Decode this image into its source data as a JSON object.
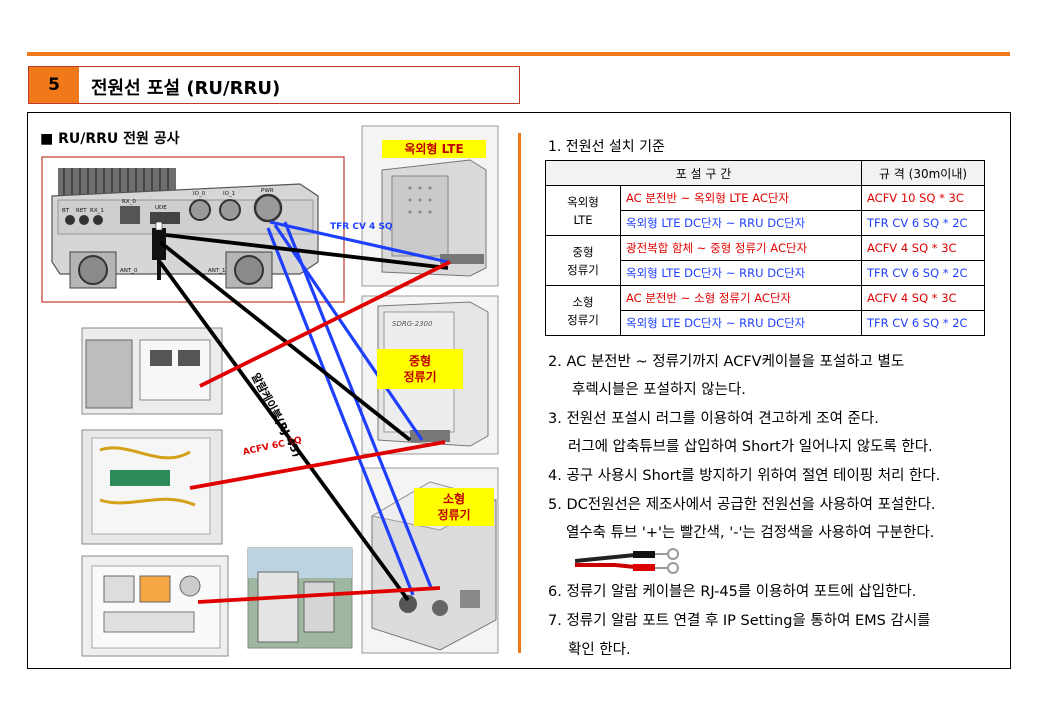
{
  "header": {
    "number": "5",
    "title": "전원선 포설 (RU/RRU)"
  },
  "subhead": "■ RU/RRU 전원 공사",
  "ru_ports": {
    "bt": "BT",
    "ret": "RET",
    "rx1": "RX_1",
    "rx0": "RX_0",
    "ude": "UDE",
    "io0": "IO_0",
    "io1": "IO_1",
    "pwr": "PWR",
    "ant0": "ANT_0",
    "ant1": "ANT_1"
  },
  "labels": {
    "outdoor_lte": "옥외형 LTE",
    "mid_rectifier": "중형\n정류기",
    "small_rectifier": "소형\n정류기",
    "tfr_cable": "TFR CV 4 SQ",
    "acfv_cable": "ACFV 6C SQ",
    "alarm_cable": "알람케이블(RJ-45)",
    "rectifier_brand": "SDRG-2300"
  },
  "standard": {
    "title": "1. 전원선 설치 기준",
    "col_section": "포 설 구 간",
    "col_spec": "규 격 (30m이내)",
    "groups": [
      {
        "name": "옥외형\nLTE",
        "rows": [
          {
            "section": "AC 분전반 ~ 옥외형 LTE AC단자",
            "spec": "ACFV 10 SQ  * 3C",
            "color": "red"
          },
          {
            "section": "옥외형 LTE DC단자 ~ RRU DC단자",
            "spec": "TFR CV 6 SQ  * 2C",
            "color": "blue"
          }
        ]
      },
      {
        "name": "중형\n정류기",
        "rows": [
          {
            "section": "광전복합 함체 ~ 중형 정류기 AC단자",
            "spec": "ACFV 4 SQ  * 3C",
            "color": "red"
          },
          {
            "section": "옥외형 LTE DC단자 ~ RRU DC단자",
            "spec": "TFR CV 6 SQ  * 2C",
            "color": "blue"
          }
        ]
      },
      {
        "name": "소형\n정류기",
        "rows": [
          {
            "section": "AC 분전반 ~ 소형 정류기 AC단자",
            "spec": "ACFV 4 SQ  * 3C",
            "color": "red"
          },
          {
            "section": "옥외형 LTE DC단자 ~ RRU DC단자",
            "spec": "TFR CV 6 SQ  * 2C",
            "color": "blue"
          }
        ]
      }
    ]
  },
  "notes": [
    "2. AC 분전반 ~ 정류기까지 ACFV케이블을 포설하고 별도",
    "후렉시블은 포설하지 않는다.",
    "3. 전원선 포설시 러그를 이용하여 견고하게 조여 준다.",
    "러그에 압축튜브를 삽입하여 Short가 일어나지 않도록 한다.",
    "4. 공구 사용시 Short를 방지하기 위하여 절연 테이핑 처리 한다.",
    "5. DC전원선은 제조사에서 공급한 전원선을 사용하여 포설한다.",
    "열수축 튜브 '+'는 빨간색, '-'는 검정색을 사용하여 구분한다.",
    "6. 정류기 알람 케이블은 RJ-45를 이용하여 포트에 삽입한다.",
    "7. 정류기 알람 포트 연결 후 IP Setting을 통하여 EMS 감시를",
    "확인 한다."
  ],
  "colors": {
    "accent": "#f07a1a",
    "ac_cable": "#e00000",
    "dc_cable": "#1f3fff",
    "alarm_cable": "#000000"
  }
}
